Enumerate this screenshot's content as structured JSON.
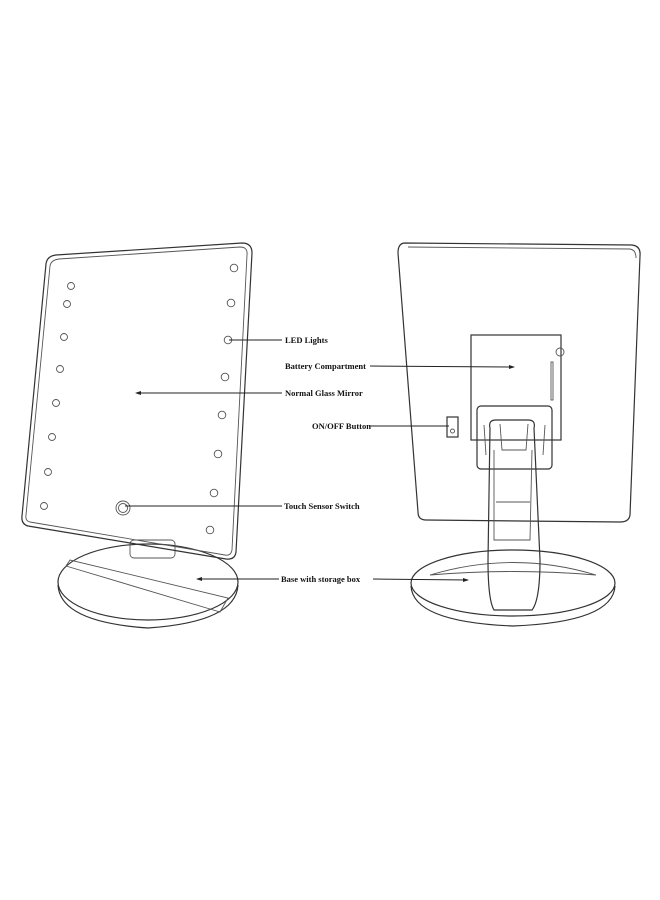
{
  "labels": {
    "led_lights": "LED Lights",
    "battery_compartment": "Battery Compartment",
    "normal_glass_mirror": "Normal Glass Mirror",
    "on_off_button": "ON/OFF Button",
    "touch_sensor_switch": "Touch Sensor Switch",
    "base_with_storage_box": "Base with storage box"
  }
}
